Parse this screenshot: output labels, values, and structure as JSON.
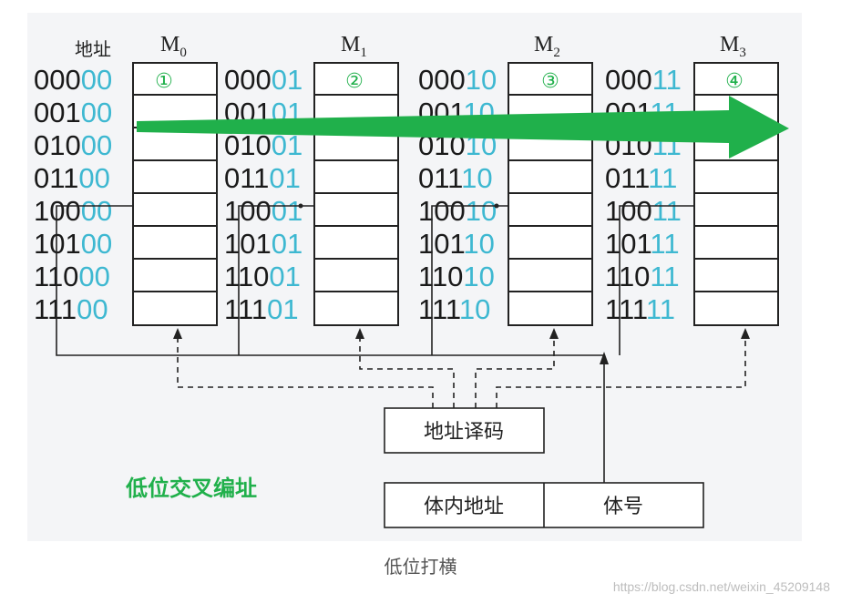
{
  "diagram": {
    "address_header": "地址",
    "modules": [
      {
        "name": "M",
        "sub": "0",
        "marker": "①",
        "suffix": "00"
      },
      {
        "name": "M",
        "sub": "1",
        "marker": "②",
        "suffix": "01"
      },
      {
        "name": "M",
        "sub": "2",
        "marker": "③",
        "suffix": "10"
      },
      {
        "name": "M",
        "sub": "3",
        "marker": "④",
        "suffix": "11"
      }
    ],
    "high_bits": [
      "000",
      "001",
      "010",
      "011",
      "100",
      "101",
      "110",
      "111"
    ],
    "decoder_label": "地址译码",
    "intra_address_label": "体内地址",
    "module_number_label": "体号",
    "scheme_label": "低位交叉编址",
    "colors": {
      "arrow": "#20b04b",
      "low_bits": "#3eb8d1",
      "label_green": "#20b04b"
    }
  },
  "caption": "低位打横",
  "watermark": "https://blog.csdn.net/weixin_45209148"
}
